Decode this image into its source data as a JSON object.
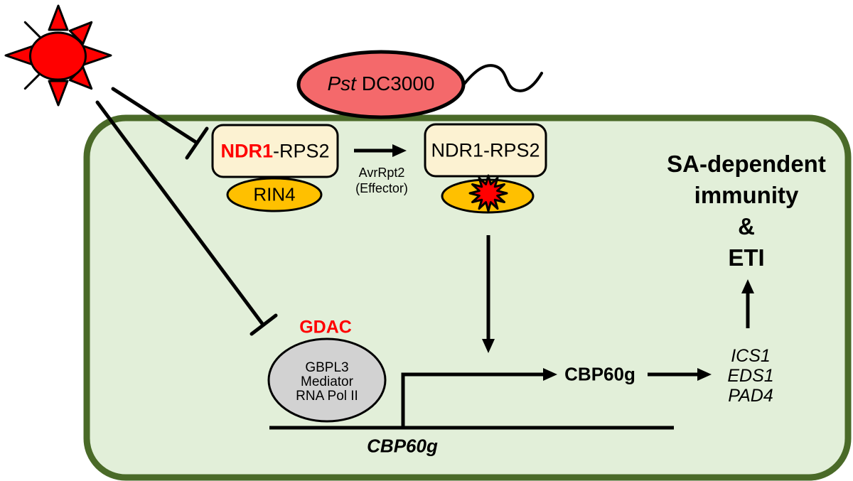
{
  "colors": {
    "red_accent": "#FF0000",
    "sun_fill": "#FF0000",
    "pathogen_fill": "#F4696B",
    "cell_fill": "#E2EFD9",
    "cell_border": "#4A6A28",
    "receptor_box_fill": "#FCF2D2",
    "rin4_fill": "#FFC000",
    "gdac_fill": "#D2D2D2",
    "starburst_fill": "#FF0000",
    "line_color": "#000000"
  },
  "pathogen": {
    "species": "Pst",
    "strain": "DC3000"
  },
  "receptor_complex_inactive": {
    "ndr1": "NDR1",
    "rest": "-RPS2",
    "guardee": "RIN4"
  },
  "effector_arrow": {
    "line1": "AvrRpt2",
    "line2": "(Effector)"
  },
  "receptor_complex_active": {
    "label": "NDR1-RPS2"
  },
  "outcome": {
    "lines": [
      "SA-dependent",
      "immunity",
      "&",
      "ETI"
    ]
  },
  "gdac_complex": {
    "title": "GDAC",
    "members": [
      "GBPL3",
      "Mediator",
      "RNA Pol II"
    ]
  },
  "target_gene": {
    "label": "CBP60g"
  },
  "protein_product": {
    "label": "CBP60g"
  },
  "downstream_genes": [
    "ICS1",
    "EDS1",
    "PAD4"
  ]
}
